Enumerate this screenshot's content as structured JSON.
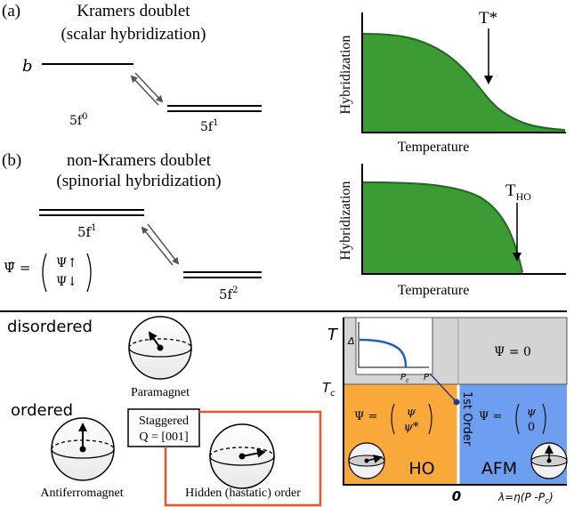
{
  "panel_a": {
    "tag": "(a)",
    "title_line1": "Kramers doublet",
    "title_line2": "(scalar hybridization)",
    "level_b": "b",
    "level_low_base": "5f",
    "level_low_exp": "0",
    "level_high_base": "5f",
    "level_high_exp": "1",
    "plot_ylabel": "Hybridization",
    "plot_xlabel": "Temperature",
    "plot_marker": "T*"
  },
  "panel_b": {
    "tag": "(b)",
    "title_line1": "non-Kramers doublet",
    "title_line2": "(spinorial hybridization)",
    "level_upper_base": "5f",
    "level_upper_exp": "1",
    "level_lower_base": "5f",
    "level_lower_exp": "2",
    "psi_lhs": "Ψ̂ =",
    "psi_up": "Ψ↑",
    "psi_down": "Ψ↓",
    "plot_ylabel": "Hybridization",
    "plot_xlabel": "Temperature",
    "plot_marker_base": "T",
    "plot_marker_sub": "HO"
  },
  "phases": {
    "disordered": "disordered",
    "ordered": "ordered",
    "paramagnet": "Paramagnet",
    "antiferromagnet": "Antiferromagnet",
    "hidden": "Hidden (hastatic) order",
    "staggered_line1": "Staggered",
    "staggered_line2": "Q = [001]"
  },
  "phase_diagram": {
    "t_label": "T",
    "tc_label": "T",
    "tc_sub": "c",
    "inset_delta": "Δ",
    "inset_pc": "P",
    "inset_pc_sub": "c",
    "inset_p": "P",
    "psi_zero": "Ψ = 0",
    "psi_ho_lhs": "Ψ =",
    "psi_ho_top": "ψ",
    "psi_ho_bot": "ψ*",
    "psi_afm_lhs": "Ψ =",
    "psi_afm_top": "ψ",
    "psi_afm_bot": "0",
    "first_order": "1st Order",
    "ho_label": "HO",
    "afm_label": "AFM",
    "zero_label": "0",
    "x_axis_label": "λ=η(P -P",
    "x_axis_sub": "c",
    "x_axis_close": ")",
    "colors": {
      "ho": "#f8a93a",
      "afm": "#6e9ef0",
      "disordered": "#d4d4d4",
      "curve_fill": "#3d9b36",
      "hidden_box": "#e8562a",
      "connector": "#2a3a8a"
    }
  }
}
